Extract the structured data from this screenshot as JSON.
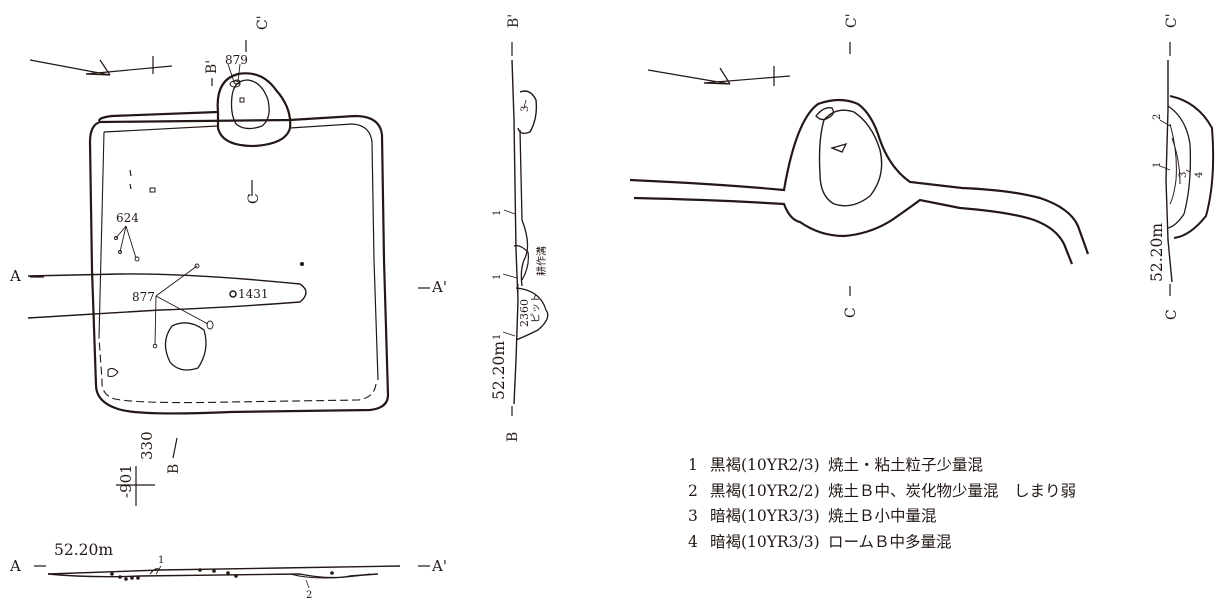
{
  "plan": {
    "label_A": "A",
    "label_A_prime": "A'",
    "label_B": "B",
    "label_B_prime": "B'",
    "label_C": "C",
    "label_C_prime": "C'",
    "feature_879": "879",
    "feature_624": "624",
    "feature_877": "877",
    "feature_1431": "1431",
    "grid_x": "330",
    "grid_y": "-901"
  },
  "section_aa": {
    "label_A": "A",
    "label_A_prime": "A'",
    "elevation": "52.20m",
    "layer_1": "1",
    "layer_2": "2"
  },
  "section_bb": {
    "label_B": "B",
    "label_B_prime": "B'",
    "elevation": "52.20m",
    "layer_1": "1",
    "layer_3": "3",
    "ditch_label": "耕作溝",
    "pit_number": "2360",
    "pit_label": "ピット"
  },
  "kamado_plan": {
    "label_C": "C",
    "label_C_prime": "C'"
  },
  "section_cc": {
    "label_C": "C",
    "label_C_prime": "C'",
    "elevation": "52.20m",
    "layer_1": "1",
    "layer_2": "2",
    "layer_3": "3",
    "layer_4": "4"
  },
  "legend": [
    {
      "no": "1",
      "color": "黒褐(10YR2/3)",
      "desc": "焼土・粘土粒子少量混"
    },
    {
      "no": "2",
      "color": "黒褐(10YR2/2)",
      "desc": "焼土Ｂ中、炭化物少量混　しまり弱"
    },
    {
      "no": "3",
      "color": "暗褐(10YR3/3)",
      "desc": "焼土Ｂ小中量混"
    },
    {
      "no": "4",
      "color": "暗褐(10YR3/3)",
      "desc": "ロームＢ中多量混"
    }
  ]
}
